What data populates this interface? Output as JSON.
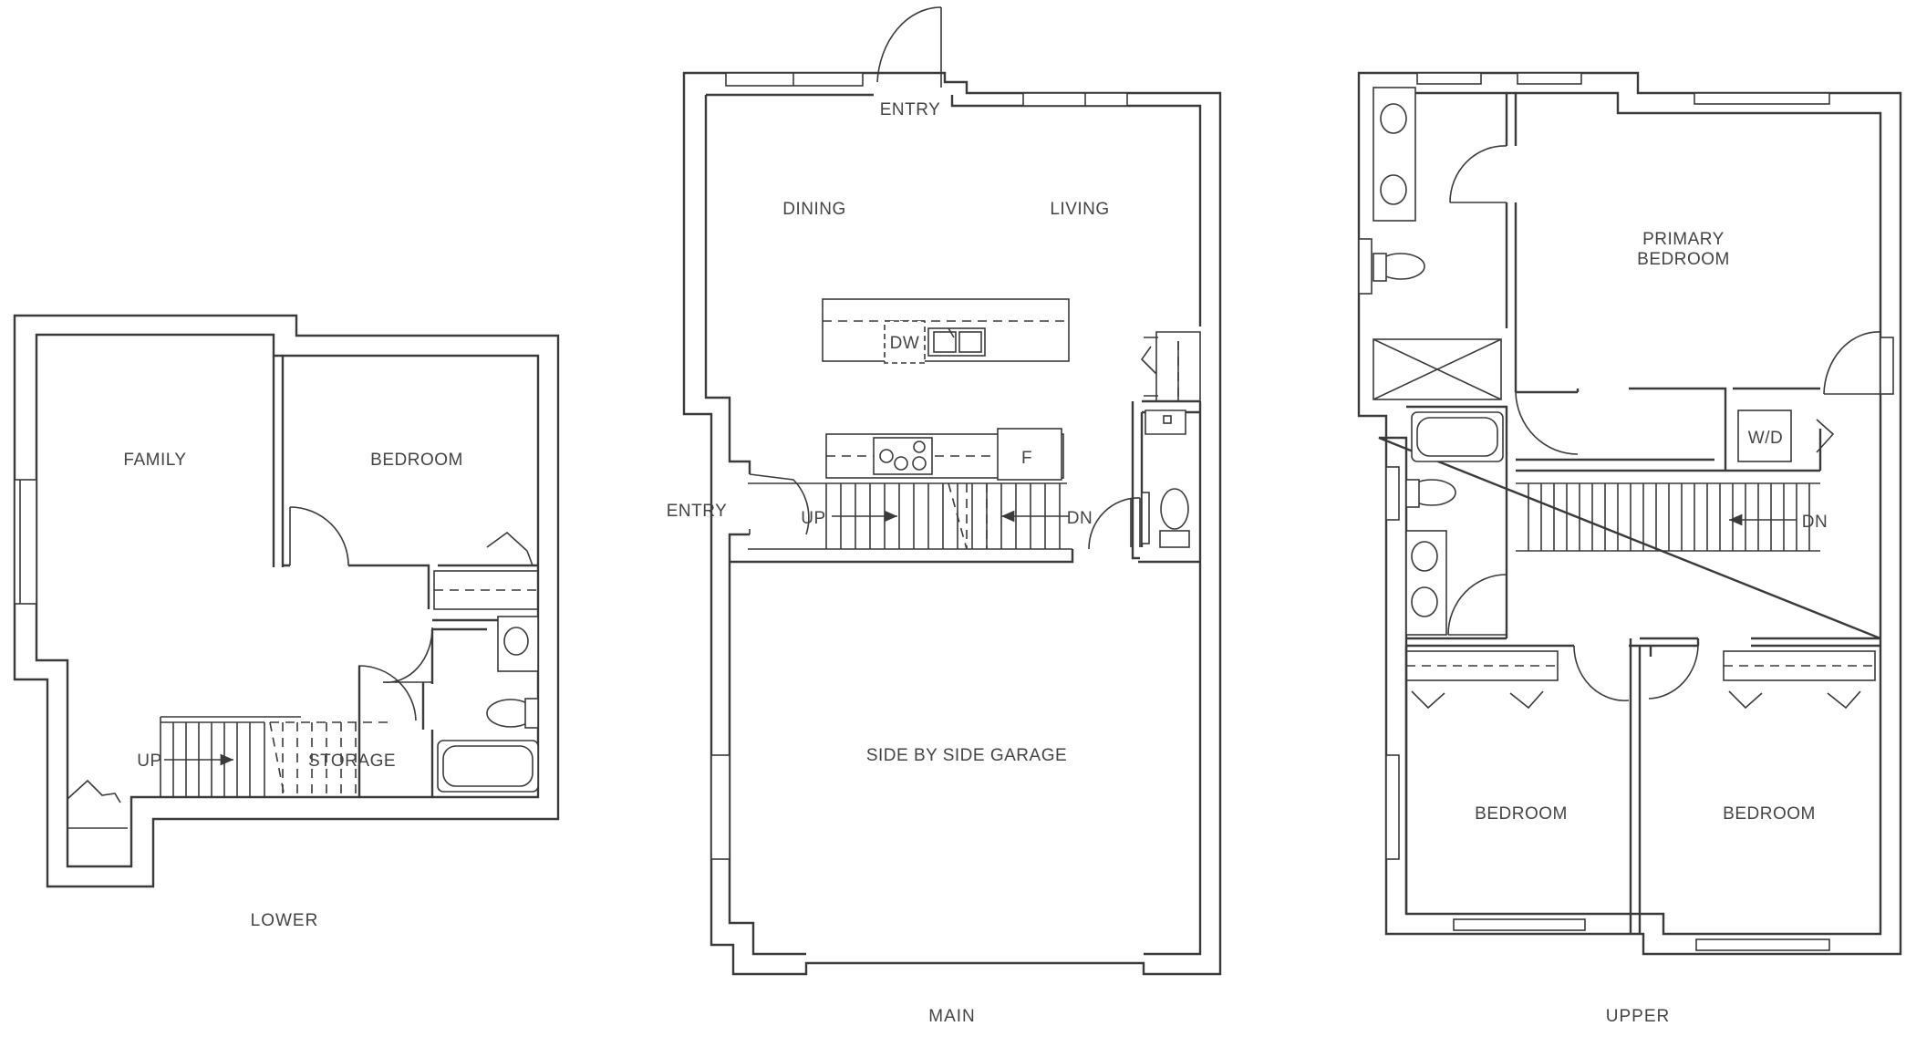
{
  "floors": {
    "lower": {
      "title": "LOWER",
      "rooms": {
        "family": "FAMILY",
        "bedroom": "BEDROOM",
        "storage": "STORAGE"
      },
      "stairs": {
        "up": "UP"
      }
    },
    "main": {
      "title": "MAIN",
      "rooms": {
        "entry_top": "ENTRY",
        "entry_side": "ENTRY",
        "dining": "DINING",
        "living": "LIVING",
        "garage": "SIDE BY SIDE GARAGE"
      },
      "appliances": {
        "dishwasher": "DW",
        "fridge": "F"
      },
      "stairs": {
        "up": "UP",
        "down": "DN"
      }
    },
    "upper": {
      "title": "UPPER",
      "rooms": {
        "primary_line1": "PRIMARY",
        "primary_line2": "BEDROOM",
        "bedroom_left": "BEDROOM",
        "bedroom_right": "BEDROOM"
      },
      "appliances": {
        "washer_dryer": "W/D"
      },
      "stairs": {
        "down": "DN"
      }
    }
  }
}
